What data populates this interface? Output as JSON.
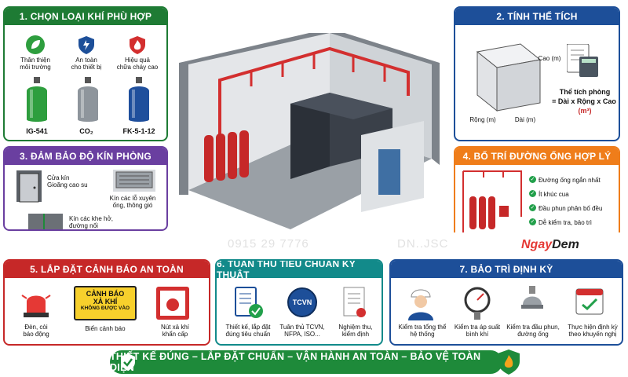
{
  "panels": {
    "p1": {
      "title": "1. CHỌN LOẠI KHÍ PHÙ HỢP",
      "color": "#1e7b34",
      "benefits": [
        {
          "label": "Thân thiện\nmôi trường",
          "icon": "leaf-icon"
        },
        {
          "label": "An toàn\ncho thiết bị",
          "icon": "shield-icon"
        },
        {
          "label": "Hiệu quả\nchữa cháy cao",
          "icon": "flame-icon"
        }
      ],
      "gases": [
        {
          "label": "IG-541",
          "color": "#2e9e3e"
        },
        {
          "label": "CO₂",
          "color": "#8e959c"
        },
        {
          "label": "FK-5-1-12",
          "color": "#1f4f9c"
        }
      ]
    },
    "p2": {
      "title": "2. TÍNH THỂ TÍCH",
      "color": "#1d4f99",
      "dim_height": "Cao (m)",
      "dim_width": "Rộng (m)",
      "dim_length": "Dài (m)",
      "formula_1": "Thể tích phòng",
      "formula_2": "= Dài x Rộng x Cao",
      "formula_unit": "(m³)"
    },
    "p3": {
      "title": "3. ĐẢM BẢO ĐỘ KÍN PHÒNG",
      "color": "#6a3fa0",
      "items": [
        "Cửa kín\nGioăng cao su",
        "Kín các lỗ xuyên\nống, thông gió",
        "Kín các khe hở,\nđường nối"
      ]
    },
    "p4": {
      "title": "4. BỐ TRÍ ĐƯỜNG ỐNG HỢP LÝ",
      "color": "#ef7d1a",
      "items": [
        "Đường ống ngắn nhất",
        "Ít khúc cua",
        "Đầu phun phân bố đều",
        "Dễ kiểm tra, bảo trì"
      ]
    },
    "p5": {
      "title": "5. LẮP ĐẶT CẢNH BÁO AN TOÀN",
      "color": "#c62828",
      "sign_1": "CẢNH BÁO",
      "sign_2": "XẢ KHÍ",
      "sign_3": "KHÔNG ĐƯỢC VÀO",
      "items": [
        "Đèn, còi\nbáo động",
        "Biển cảnh báo",
        "Nút xả khí\nkhẩn cấp"
      ]
    },
    "p6": {
      "title": "6. TUÂN THỦ TIÊU CHUẨN KỸ THUẬT",
      "color": "#128a8a",
      "badge": "TCVN",
      "items": [
        "Thiết kế, lắp đặt\nđúng tiêu chuẩn",
        "Tuân thủ TCVN,\nNFPA, ISO...",
        "Nghiệm thu,\nkiểm định"
      ]
    },
    "p7": {
      "title": "7. BẢO TRÌ ĐỊNH KỲ",
      "color": "#1d4f99",
      "items": [
        "Kiểm tra tổng thể\nhệ thống",
        "Kiểm tra áp suất\nbình khí",
        "Kiểm tra đầu phun,\nđường ống",
        "Thực hiện định kỳ\ntheo khuyến nghị"
      ]
    }
  },
  "brand": {
    "part1": "Ngay",
    "part2": "Dem"
  },
  "watermark": {
    "phone": "0915 29 7776",
    "suffix": "DN..JSC"
  },
  "banner": {
    "text": "THIẾT KẾ ĐÚNG – LẮP ĐẶT CHUẨN – VẬN HÀNH AN TOÀN – BẢO VỆ TOÀN DIỆN"
  },
  "colors": {
    "cylinder_red": "#c62828",
    "pipe_red": "#d32f2f",
    "accent_green": "#1e8a3a"
  }
}
